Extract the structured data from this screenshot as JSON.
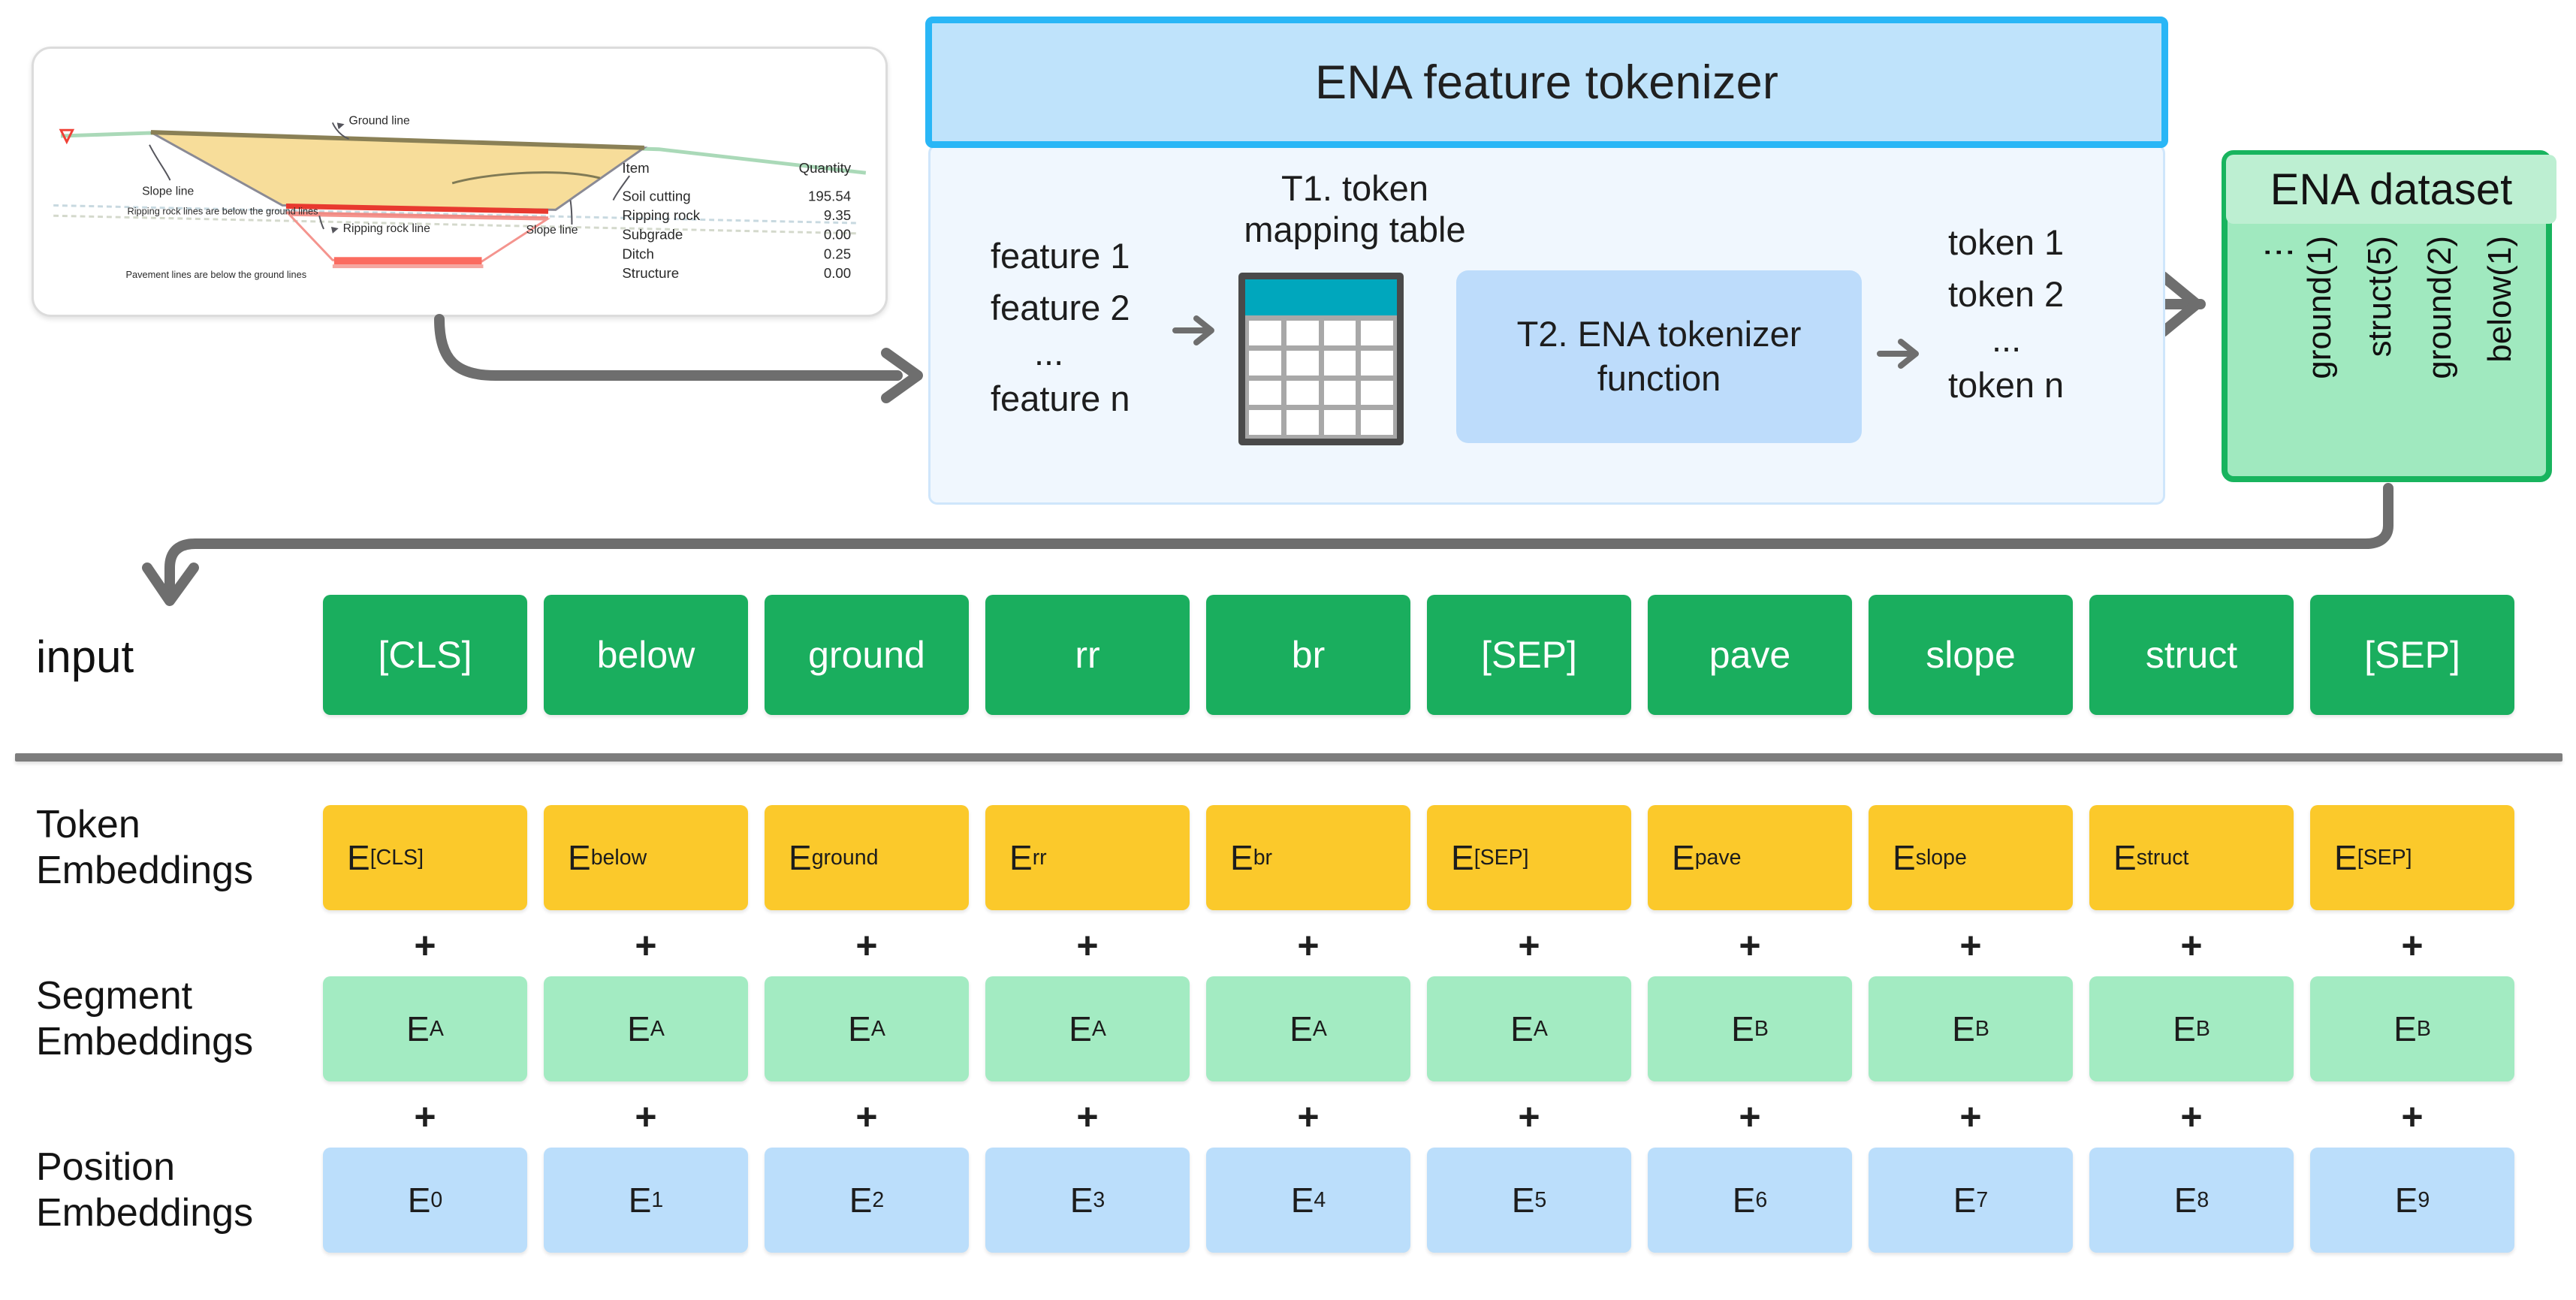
{
  "cross_section": {
    "labels": {
      "ground_line": "Ground line",
      "slope_line_left": "Slope line",
      "slope_line_right": "Slope line",
      "ripping_rock_line": "Ripping rock line",
      "note_ripping": "Ripping rock lines are below the ground lines",
      "note_pavement": "Pavement lines are below the ground lines"
    },
    "table": {
      "headers": [
        "Item",
        "Quantity"
      ],
      "rows": [
        {
          "item": "Soil cutting",
          "quantity": "195.54"
        },
        {
          "item": "Ripping rock",
          "quantity": "9.35"
        },
        {
          "item": "Subgrade",
          "quantity": "0.00"
        },
        {
          "item": "Ditch",
          "quantity": "0.25"
        },
        {
          "item": "Structure",
          "quantity": "0.00"
        }
      ]
    }
  },
  "tokenizer": {
    "title": "ENA feature tokenizer",
    "features": [
      "feature 1",
      "feature 2",
      "...",
      "feature n"
    ],
    "t1_title_line1": "T1. token",
    "t1_title_line2": "mapping table",
    "t2_line1": "T2. ENA tokenizer",
    "t2_line2": "function",
    "tokens": [
      "token 1",
      "token 2",
      "...",
      "token n"
    ]
  },
  "dataset": {
    "title": "ENA dataset",
    "columns": [
      "⋮",
      "ground(1)",
      "struct(5)",
      "ground(2)",
      "below(1)"
    ]
  },
  "rows": {
    "input_label": "input",
    "token_label_l1": "Token",
    "token_label_l2": "Embeddings",
    "segment_label_l1": "Segment",
    "segment_label_l2": "Embeddings",
    "position_label_l1": "Position",
    "position_label_l2": "Embeddings",
    "plus": "+"
  },
  "sequence": {
    "input_tokens": [
      "[CLS]",
      "below",
      "ground",
      "rr",
      "br",
      "[SEP]",
      "pave",
      "slope",
      "struct",
      "[SEP]"
    ],
    "token_embeddings_sub": [
      "[CLS]",
      "below",
      "ground",
      "rr",
      "br",
      "[SEP]",
      "pave",
      "slope",
      "struct",
      "[SEP]"
    ],
    "segment_embeddings_sub": [
      "A",
      "A",
      "A",
      "A",
      "A",
      "A",
      "B",
      "B",
      "B",
      "B"
    ],
    "position_embeddings_sub": [
      "0",
      "1",
      "2",
      "3",
      "4",
      "5",
      "6",
      "7",
      "8",
      "9"
    ],
    "embedding_letter": "E"
  },
  "colors": {
    "input_green": "#1aae5e",
    "token_yellow": "#fbc92b",
    "segment_green": "#a3ebc2",
    "position_blue": "#bbdefb",
    "tokenizer_header_fill": "#bfe3fb",
    "tokenizer_header_border": "#29b6f6",
    "tokenizer_body_fill": "#f0f7fe",
    "t2_fill": "#bddcfb",
    "dataset_fill": "#a0e9bf",
    "dataset_border": "#18b45e",
    "table_head_teal": "#00a7bd",
    "arrow_gray": "#6e6e6e"
  }
}
